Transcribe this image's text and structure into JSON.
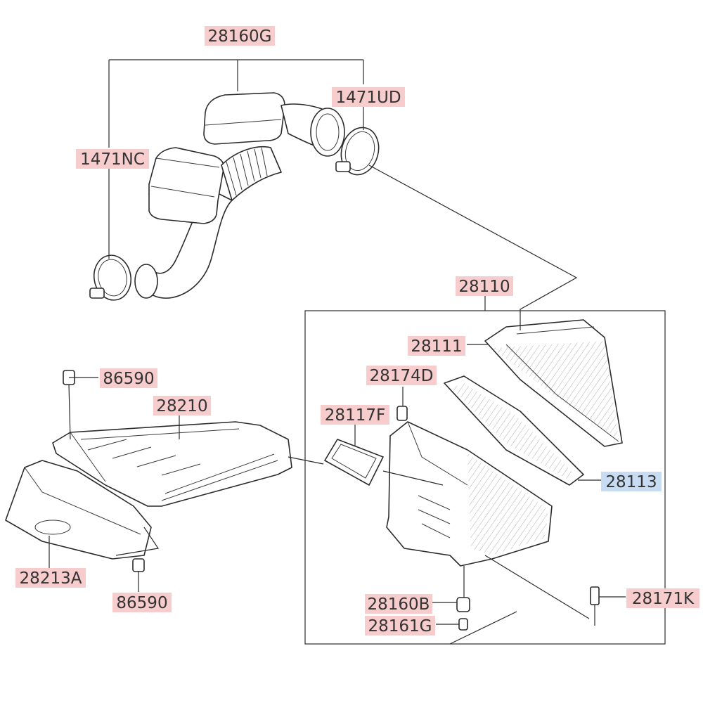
{
  "callouts": [
    {
      "id": "28160G",
      "text": "28160G",
      "highlight": false
    },
    {
      "id": "1471UD",
      "text": "1471UD",
      "highlight": false
    },
    {
      "id": "1471NC",
      "text": "1471NC",
      "highlight": false
    },
    {
      "id": "28110",
      "text": "28110",
      "highlight": false
    },
    {
      "id": "28111",
      "text": "28111",
      "highlight": false
    },
    {
      "id": "86590a",
      "text": "86590",
      "highlight": false
    },
    {
      "id": "28174D",
      "text": "28174D",
      "highlight": false
    },
    {
      "id": "28210",
      "text": "28210",
      "highlight": false
    },
    {
      "id": "28117F",
      "text": "28117F",
      "highlight": false
    },
    {
      "id": "28113",
      "text": "28113",
      "highlight": true
    },
    {
      "id": "28213A",
      "text": "28213A",
      "highlight": false
    },
    {
      "id": "86590b",
      "text": "86590",
      "highlight": false
    },
    {
      "id": "28160B",
      "text": "28160B",
      "highlight": false
    },
    {
      "id": "28171K",
      "text": "28171K",
      "highlight": false
    },
    {
      "id": "28161G",
      "text": "28161G",
      "highlight": false
    }
  ],
  "colors": {
    "label_background": "#f6cccc",
    "highlight_background": "#c7dbf2",
    "line": "#2b2b2b"
  }
}
